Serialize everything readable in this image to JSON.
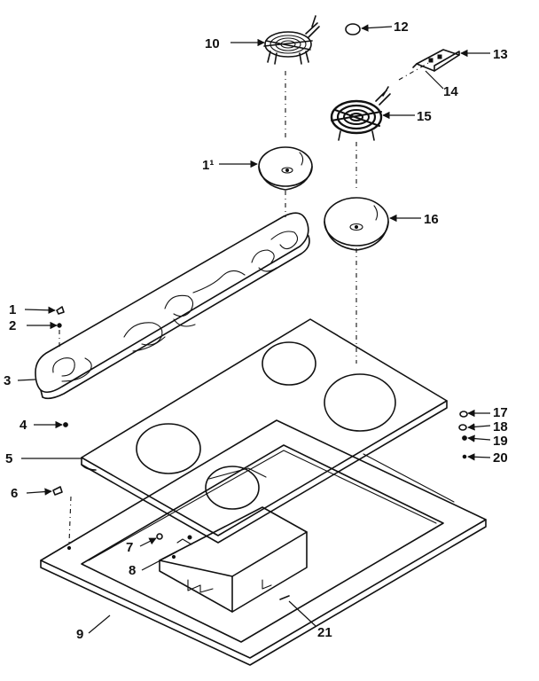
{
  "callouts": [
    {
      "id": "1",
      "text": "1"
    },
    {
      "id": "2",
      "text": "2"
    },
    {
      "id": "3",
      "text": "3"
    },
    {
      "id": "4",
      "text": "4"
    },
    {
      "id": "5",
      "text": "5"
    },
    {
      "id": "6",
      "text": "6"
    },
    {
      "id": "7",
      "text": "7"
    },
    {
      "id": "8",
      "text": "8"
    },
    {
      "id": "9",
      "text": "9"
    },
    {
      "id": "10",
      "text": "10"
    },
    {
      "id": "11",
      "text": "1¹"
    },
    {
      "id": "12",
      "text": "12"
    },
    {
      "id": "13",
      "text": "13"
    },
    {
      "id": "14",
      "text": "14"
    },
    {
      "id": "15",
      "text": "15"
    },
    {
      "id": "16",
      "text": "16"
    },
    {
      "id": "17",
      "text": "17"
    },
    {
      "id": "18",
      "text": "18"
    },
    {
      "id": "19",
      "text": "19"
    },
    {
      "id": "20",
      "text": "20"
    },
    {
      "id": "21",
      "text": "21"
    }
  ],
  "icons": {
    "surface_element": "coil-burner-icon",
    "drip_pan": "drip-pan-icon",
    "screw": "screw-icon"
  },
  "colors": {
    "ink": "#111111",
    "paper": "#ffffff"
  }
}
